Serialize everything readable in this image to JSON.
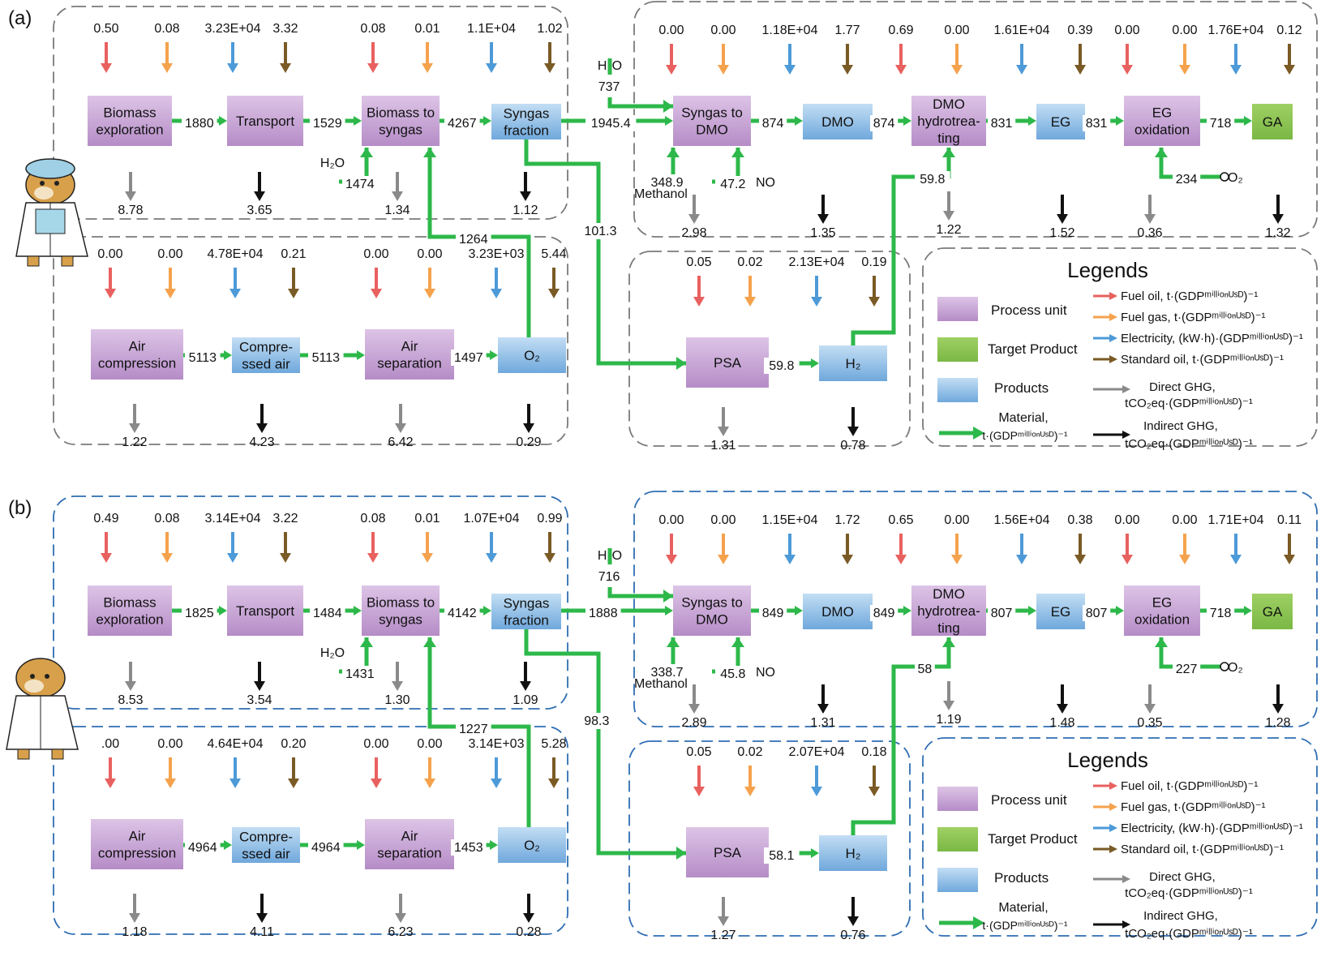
{
  "panels": [
    {
      "label": "(a)",
      "frame_color": "#7a7a7a",
      "frame_dash": "14,7",
      "units": {
        "fuel_oil_emis": [
          "0.50",
          "0.00",
          "0.00",
          "0.05"
        ],
        "top": [
          {
            "name": [
              "Biomass",
              "exploration"
            ],
            "type": "process",
            "fuel_oil": "0.50",
            "fuel_gas": "0.08",
            "electricity": "3.23E+04",
            "std_oil": "3.32",
            "direct": "8.78",
            "indirect": "3.65"
          },
          {
            "name": [
              "Transport"
            ],
            "type": "process"
          },
          {
            "name": [
              "Biomass to",
              "syngas"
            ],
            "type": "process",
            "fuel_oil": "0.08",
            "fuel_gas": "0.01",
            "electricity": "1.1E+04",
            "std_oil": "1.02",
            "direct": "1.34",
            "indirect": "1.12"
          },
          {
            "name": [
              "Syngas",
              "fraction"
            ],
            "type": "product"
          }
        ]
      },
      "flows": {
        "f1": "1880",
        "f2": "1529",
        "f3": "4267",
        "f4": "1945.4",
        "f5": "874",
        "f6": "874",
        "f7": "831",
        "f8": "831",
        "f9": "718",
        "h2o_in": "1474",
        "h2o_top": "737",
        "o2_in": "234",
        "methanol": "348.9",
        "no": "47.2",
        "h2_to_dmo": "59.8",
        "o2_loop": "1264",
        "to_psa": "101.3",
        "psa_h2": "59.8",
        "air1": "5113",
        "air2": "5113",
        "air3": "1497"
      },
      "nodes": {
        "biomass_exploration": [
          "Biomass",
          "exploration"
        ],
        "transport": [
          "Transport"
        ],
        "biomass_to_syngas": [
          "Biomass to",
          "syngas"
        ],
        "syngas_fraction": [
          "Syngas",
          "fraction"
        ],
        "syngas_to_dmo": [
          "Syngas to",
          "DMO"
        ],
        "dmo": [
          "DMO"
        ],
        "dmo_hydro": [
          "DMO",
          "hydrotrea-",
          "ting"
        ],
        "eg": [
          "EG"
        ],
        "eg_oxidation": [
          "EG",
          "oxidation"
        ],
        "ga": [
          "GA"
        ],
        "air_compression": [
          "Air",
          "compression"
        ],
        "compressed_air": [
          "Compre-",
          "ssed air"
        ],
        "air_separation": [
          "Air",
          "separation"
        ],
        "o2": [
          "O₂"
        ],
        "psa": [
          "PSA"
        ],
        "h2": [
          "H₂"
        ]
      },
      "blocks": {
        "b1": {
          "fo": "0.50",
          "fg": "0.08",
          "el": "3.23E+04",
          "so": "3.32",
          "d1": "8.78",
          "i1": "3.65"
        },
        "b2": {
          "fo": "0.08",
          "fg": "0.01",
          "el": "1.1E+04",
          "so": "1.02",
          "d1": "1.34",
          "i1": "1.12"
        },
        "b3": {
          "fo": "0.00",
          "fg": "0.00",
          "el": "1.18E+04",
          "so": "1.77",
          "d1": "2.98",
          "i1": "1.35"
        },
        "b4": {
          "fo": "0.69",
          "fg": "0.00",
          "el": "1.61E+04",
          "so": "0.39",
          "d1": "1.22",
          "i1": "1.52"
        },
        "b5": {
          "fo": "0.00",
          "fg": "0.00",
          "el": "1.76E+04",
          "so": "0.12",
          "d1": "0.36",
          "i1": "1.32"
        },
        "b6": {
          "fo": "0.00",
          "fg": "0.00",
          "el": "4.78E+04",
          "so": "0.21",
          "d1": "1.22",
          "i1": "4.23"
        },
        "b7": {
          "fo": "0.00",
          "fg": "0.00",
          "el": "3.23E+03",
          "so": "5.44",
          "d1": "6.42",
          "i1": "0.29"
        },
        "b8": {
          "fo": "0.05",
          "fg": "0.02",
          "el": "2.13E+04",
          "so": "0.19",
          "d1": "1.31",
          "i1": "0.78"
        }
      }
    },
    {
      "label": "(b)",
      "frame_color": "#2f6db3",
      "frame_dash": "14,7",
      "flows": {
        "f1": "1825",
        "f2": "1484",
        "f3": "4142",
        "f4": "1888",
        "f5": "849",
        "f6": "849",
        "f7": "807",
        "f8": "807",
        "f9": "718",
        "h2o_in": "1431",
        "h2o_top": "716",
        "o2_in": "227",
        "methanol": "338.7",
        "no": "45.8",
        "h2_to_dmo": "58",
        "o2_loop": "1227",
        "to_psa": "98.3",
        "psa_h2": "58.1",
        "air1": "4964",
        "air2": "4964",
        "air3": "1453"
      },
      "nodes": {
        "biomass_exploration": [
          "Biomass",
          "exploration"
        ],
        "transport": [
          "Transport"
        ],
        "biomass_to_syngas": [
          "Biomass to",
          "syngas"
        ],
        "syngas_fraction": [
          "Syngas",
          "fraction"
        ],
        "syngas_to_dmo": [
          "Syngas to",
          "DMO"
        ],
        "dmo": [
          "DMO"
        ],
        "dmo_hydro": [
          "DMO",
          "hydrotrea-",
          "ting"
        ],
        "eg": [
          "EG"
        ],
        "eg_oxidation": [
          "EG",
          "oxidation"
        ],
        "ga": [
          "GA"
        ],
        "air_compression": [
          "Air",
          "compression"
        ],
        "compressed_air": [
          "Compre-",
          "ssed air"
        ],
        "air_separation": [
          "Air",
          "separation"
        ],
        "o2": [
          "O₂"
        ],
        "psa": [
          "PSA"
        ],
        "h2": [
          "H₂"
        ]
      },
      "blocks": {
        "b1": {
          "fo": "0.49",
          "fg": "0.08",
          "el": "3.14E+04",
          "so": "3.22",
          "d1": "8.53",
          "i1": "3.54"
        },
        "b2": {
          "fo": "0.08",
          "fg": "0.01",
          "el": "1.07E+04",
          "so": "0.99",
          "d1": "1.30",
          "i1": "1.09"
        },
        "b3": {
          "fo": "0.00",
          "fg": "0.00",
          "el": "1.15E+04",
          "so": "1.72",
          "d1": "2.89",
          "i1": "1.31"
        },
        "b4": {
          "fo": "0.65",
          "fg": "0.00",
          "el": "1.56E+04",
          "so": "0.38",
          "d1": "1.19",
          "i1": "1.48"
        },
        "b5": {
          "fo": "0.00",
          "fg": "0.00",
          "el": "1.71E+04",
          "so": "0.11",
          "d1": "0.35",
          "i1": "1.28"
        },
        "b6": {
          "fo": ".00",
          "fg": "0.00",
          "el": "4.64E+04",
          "so": "0.20",
          "d1": "1.18",
          "i1": "4.11"
        },
        "b7": {
          "fo": "0.00",
          "fg": "0.00",
          "el": "3.14E+03",
          "so": "5.28",
          "d1": "6.23",
          "i1": "0.28"
        },
        "b8": {
          "fo": "0.05",
          "fg": "0.02",
          "el": "2.07E+04",
          "so": "0.18",
          "d1": "1.27",
          "i1": "0.76"
        }
      }
    }
  ],
  "labels": {
    "h2o": "H₂O",
    "methanol": "Methanol",
    "no": "NO",
    "o2": "O₂"
  },
  "legend": {
    "title": "Legends",
    "process_unit": "Process unit",
    "target_product": "Target Product",
    "products": "Products",
    "material": "Material,",
    "material_unit": "t·(GDPᵐⁱˡˡⁱᵒⁿᵁˢᴰ)⁻¹",
    "fuel_oil": "Fuel oil, t·(GDPᵐⁱˡˡⁱᵒⁿᵁˢᴰ)⁻¹",
    "fuel_gas": "Fuel gas, t·(GDPᵐⁱˡˡⁱᵒⁿᵁˢᴰ)⁻¹",
    "electricity": "Electricity, (kW·h)·(GDPᵐⁱˡˡⁱᵒⁿᵁˢᴰ)⁻¹",
    "std_oil": "Standard oil, t·(GDPᵐⁱˡˡⁱᵒⁿᵁˢᴰ)⁻¹",
    "direct": "Direct GHG,",
    "direct_unit": "tCO₂eq·(GDPᵐⁱˡˡⁱᵒⁿᵁˢᴰ)⁻¹",
    "indirect": "Indirect GHG,",
    "indirect_unit": "tCO₂eq·(GDPᵐⁱˡˡⁱᵒⁿᵁˢᴰ)⁻¹"
  },
  "colors": {
    "fuel_oil": "#e8615f",
    "fuel_gas": "#f5a24d",
    "electricity": "#4d9ad8",
    "std_oil": "#7a5a25",
    "direct": "#8a8a8a",
    "indirect": "#111111",
    "material": "#2db84a",
    "process": "#c9a6d6",
    "product": "#9fc8ea",
    "target": "#8bc34a"
  }
}
